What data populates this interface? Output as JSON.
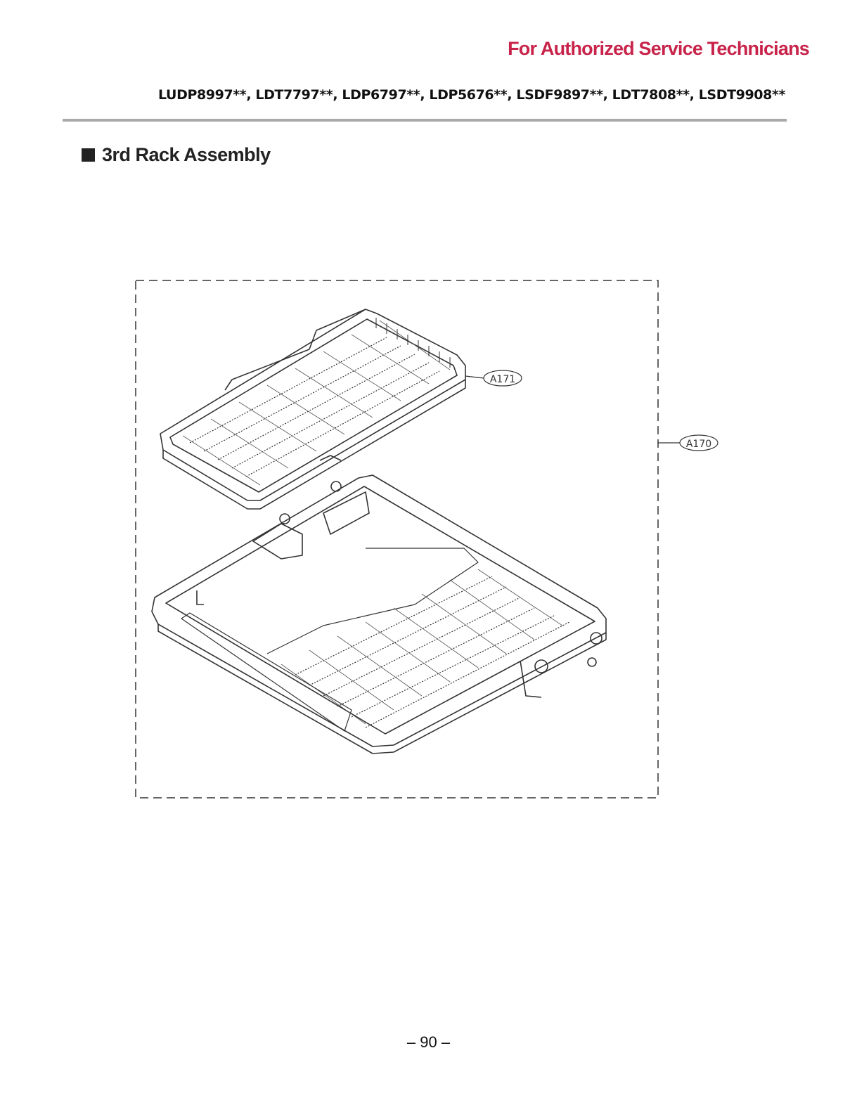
{
  "header": {
    "audience_notice": "For Authorized Service Technicians",
    "model_list": "LUDP8997**, LDT7797**, LDP6797**, LDP5676**, LSDF9897**, LDT7808**, LSDT9908**"
  },
  "section": {
    "title": "3rd Rack Assembly"
  },
  "diagram": {
    "callouts": [
      {
        "id": "A171"
      },
      {
        "id": "A170"
      }
    ]
  },
  "footer": {
    "page_number": "– 90 –"
  },
  "colors": {
    "accent": "#c8234a",
    "rule": "#a9a9a9",
    "line_art": "#333333"
  }
}
